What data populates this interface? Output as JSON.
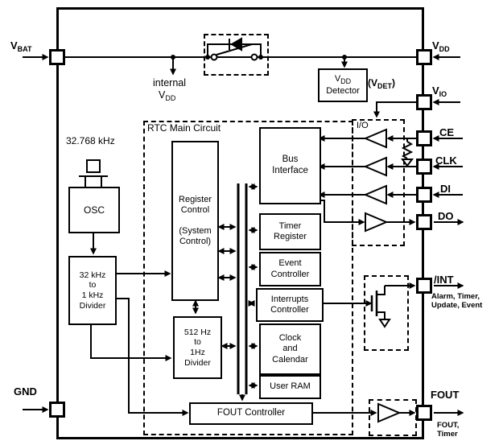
{
  "pins": {
    "vbat": {
      "main": "V",
      "sub": "BAT"
    },
    "gnd": {
      "label": "GND"
    },
    "vdd": {
      "main": "V",
      "sub": "DD"
    },
    "vio": {
      "main": "V",
      "sub": "IO"
    },
    "ce": {
      "label": "CE"
    },
    "clk": {
      "label": "CLK"
    },
    "di": {
      "label": "DI"
    },
    "dout": {
      "label": "DO"
    },
    "int": {
      "label": "/INT",
      "note1": "Alarm, Timer,",
      "note2": "Update, Event"
    },
    "fout": {
      "label": "FOUT",
      "note1": "FOUT,",
      "note2": "Timer"
    }
  },
  "power": {
    "internal_line1": "internal",
    "internal_main": "V",
    "internal_sub": "DD",
    "detector_main": "V",
    "detector_sub": "DD",
    "detector_line2": "Detector",
    "vdet_pre": "(V",
    "vdet_sub": "DET",
    "vdet_post": ")"
  },
  "blocks": {
    "rtc_main_label": "RTC Main Circuit",
    "io_label": "I/O",
    "xtal_freq": "32.768 kHz",
    "osc": "OSC",
    "divider_32k": "32 kHz\nto\n1 kHz\nDivider",
    "register_control": "Register\nControl\n\n(System\nControl)",
    "bus_interface": "Bus\nInterface",
    "timer_register": "Timer\nRegister",
    "event_controller": "Event\nController",
    "interrupts_controller": "Interrupts\nController",
    "clock_calendar": "Clock\nand\nCalendar",
    "user_ram": "User RAM",
    "divider_512": "512 Hz\nto\n1Hz\nDivider",
    "fout_controller": "FOUT Controller"
  }
}
